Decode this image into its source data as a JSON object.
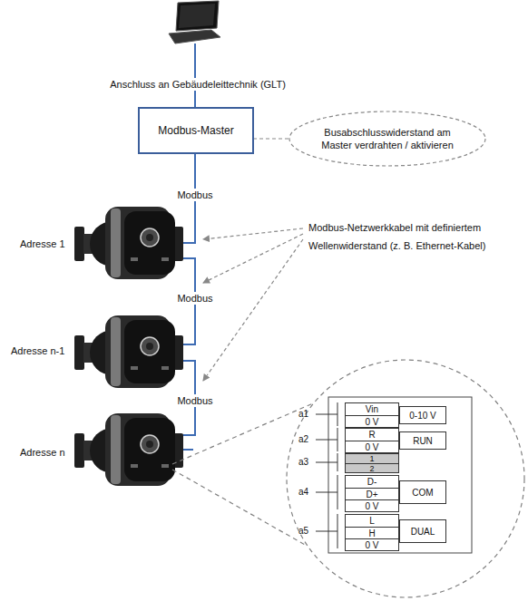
{
  "diagram": {
    "nodes": [
      {
        "text": [
          "Modbus-Master"
        ]
      },
      {
        "text": [
          "Busabschlusswiderstand am Master verdrahten / aktivieren"
        ]
      },
      {
        "text": [
          "Vin",
          "0 V"
        ]
      },
      {
        "text": [
          "0-10 V"
        ]
      },
      {
        "text": [
          "R",
          "0 V"
        ]
      },
      {
        "text": [
          "RUN"
        ]
      },
      {
        "text": [
          "1",
          "2"
        ]
      },
      {
        "text": [
          "D-",
          "D+",
          "0 V"
        ]
      },
      {
        "text": [
          "COM"
        ]
      },
      {
        "text": [
          "L",
          "H",
          "0 V"
        ]
      },
      {
        "text": [
          "DUAL"
        ]
      }
    ],
    "edges": [
      {
        "from": 1,
        "to": 0,
        "arrow": "none"
      }
    ],
    "labels": [
      "Anschluss an Gebäudeleittechnik (GLT)",
      "Modbus",
      "Modbus",
      "Modbus",
      "Modbus-Netzwerkkabel mit definiertem Wellenwiderstand (z. B. Ethernet-Kabel)",
      "Adresse 1",
      "Adresse n-1",
      "Adresse n",
      "a1",
      "a2",
      "a3",
      "a4",
      "a5"
    ]
  }
}
